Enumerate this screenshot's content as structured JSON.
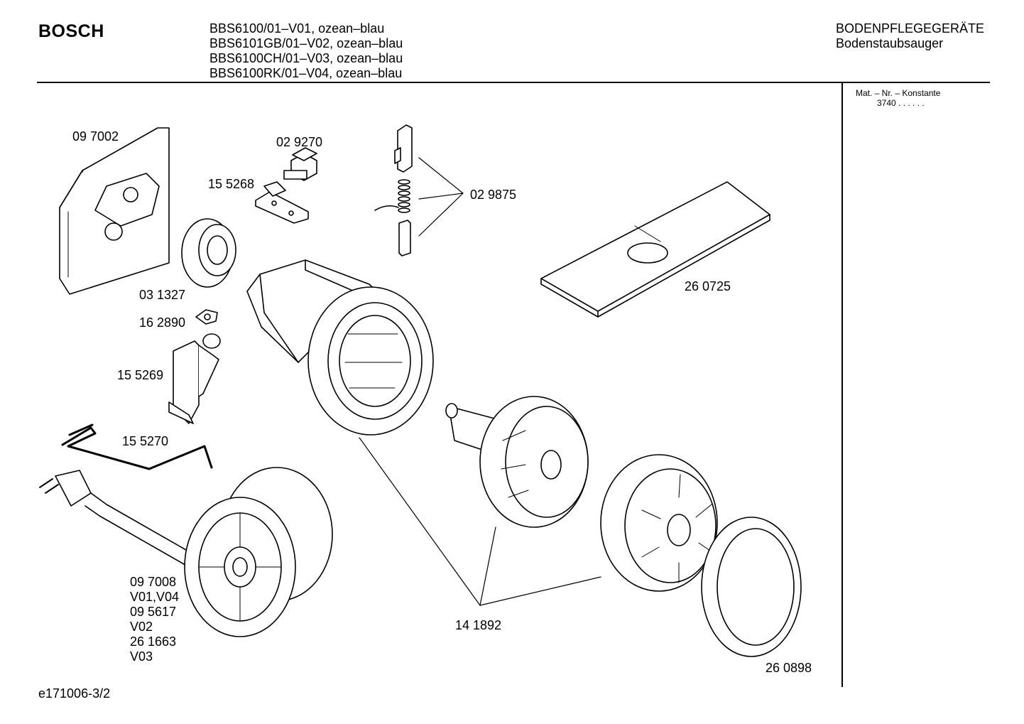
{
  "header": {
    "brand": "BOSCH",
    "models": [
      "BBS6100/01–V01, ozean–blau",
      "BBS6101GB/01–V02, ozean–blau",
      "BBS6100CH/01–V03, ozean–blau",
      "BBS6100RK/01–V04, ozean–blau"
    ],
    "category": "BODENPFLEGEGERÄTE",
    "subcategory": "Bodenstaubsauger"
  },
  "side_panel": {
    "title": "Mat. – Nr. – Konstante",
    "value": "3740 . .   . . . ."
  },
  "parts": {
    "p097002": "09 7002",
    "p029270": "02 9270",
    "p155268": "15 5268",
    "p029875": "02 9875",
    "p260725": "26 0725",
    "p031327": "03 1327",
    "p162890": "16 2890",
    "p155269": "15 5269",
    "p155270": "15 5270",
    "cord_lines": [
      "09 7008",
      "V01,V04",
      "09 5617",
      "V02",
      "26 1663",
      "V03"
    ],
    "p141892": "14 1892",
    "p260898": "26 0898"
  },
  "footer": {
    "drawing_id": "e171006-3/2"
  }
}
